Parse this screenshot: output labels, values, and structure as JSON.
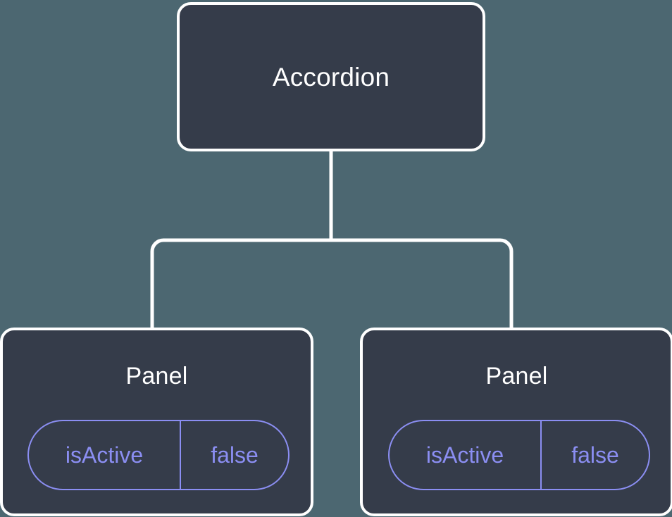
{
  "diagram": {
    "type": "component-tree",
    "background_color": "#4c6771",
    "node_fill_color": "#353c4a",
    "node_border_color": "#ffffff",
    "edge_color": "#ffffff",
    "title_color": "#ffffff",
    "prop_accent_color": "#8b8ef2",
    "root": {
      "title": "Accordion"
    },
    "children": [
      {
        "title": "Panel",
        "prop": {
          "key": "isActive",
          "value": "false"
        }
      },
      {
        "title": "Panel",
        "prop": {
          "key": "isActive",
          "value": "false"
        }
      }
    ]
  }
}
